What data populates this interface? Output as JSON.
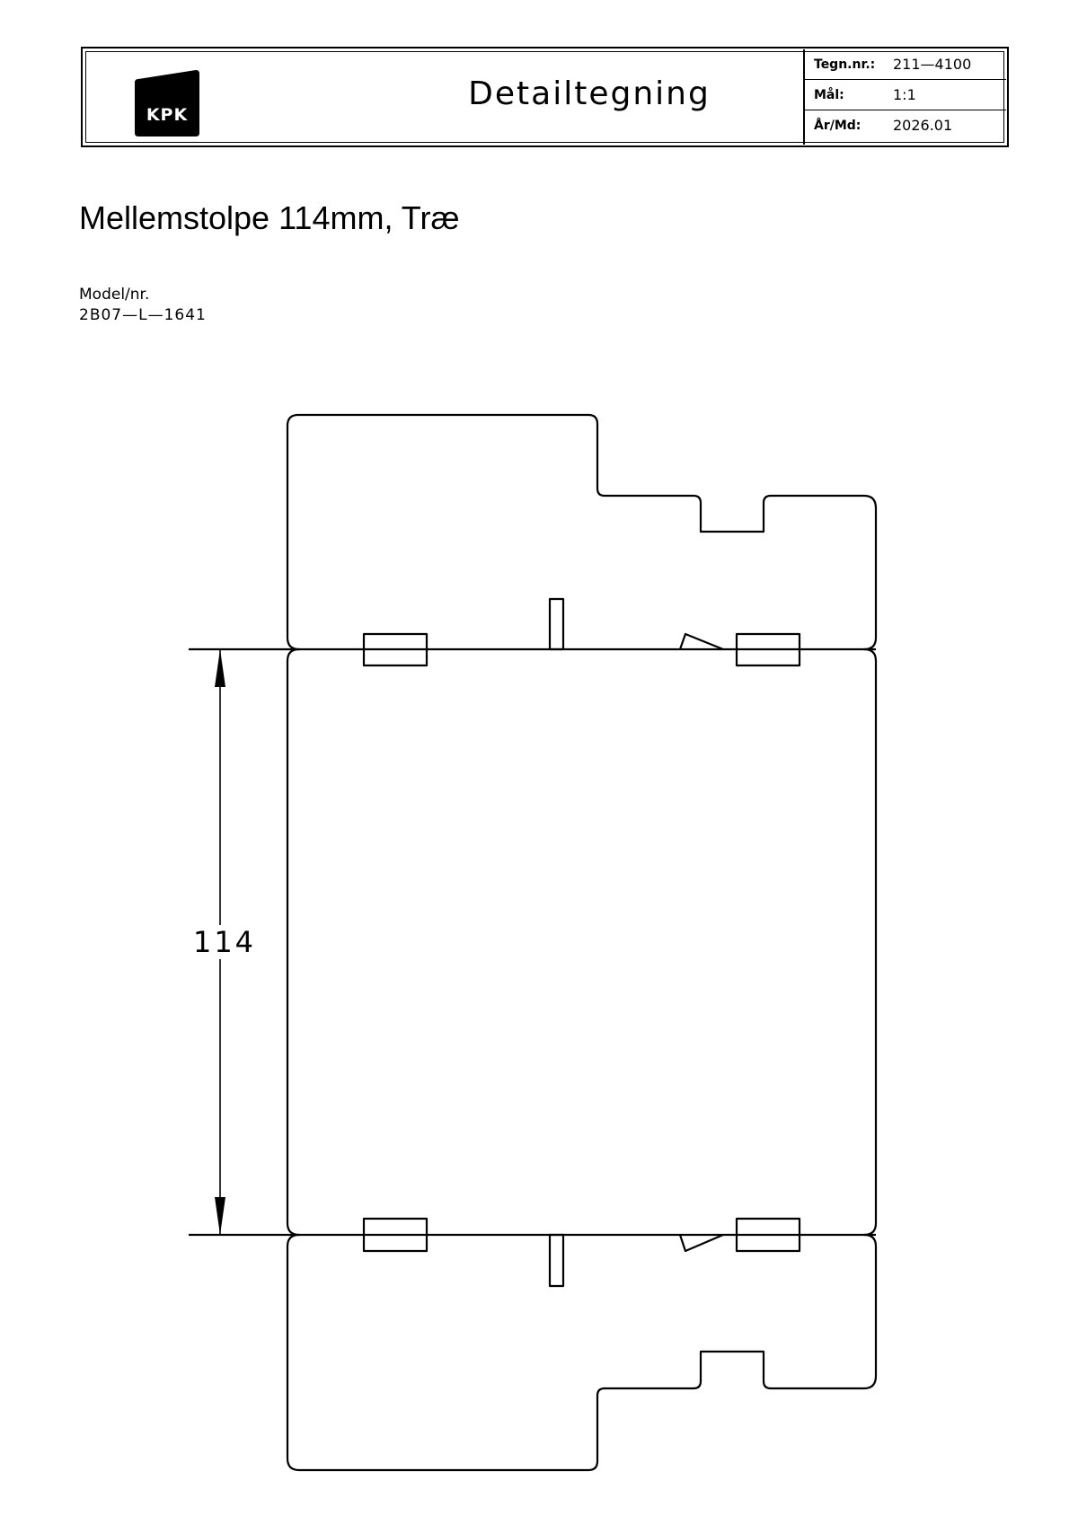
{
  "title_block": {
    "logo_text": "KPK",
    "document_type": "Detailtegning",
    "rows": [
      {
        "label": "Tegn.nr.:",
        "value": "211—4100"
      },
      {
        "label": "Mål:",
        "value": "1:1"
      },
      {
        "label": "År/Md:",
        "value": "2026.01"
      }
    ]
  },
  "heading": "Mellemstolpe 114mm, Træ",
  "model": {
    "label": "Model/nr.",
    "value": "2B07—L—1641"
  },
  "drawing": {
    "dimension_label": "114",
    "line_color": "#000000",
    "background": "#ffffff"
  }
}
